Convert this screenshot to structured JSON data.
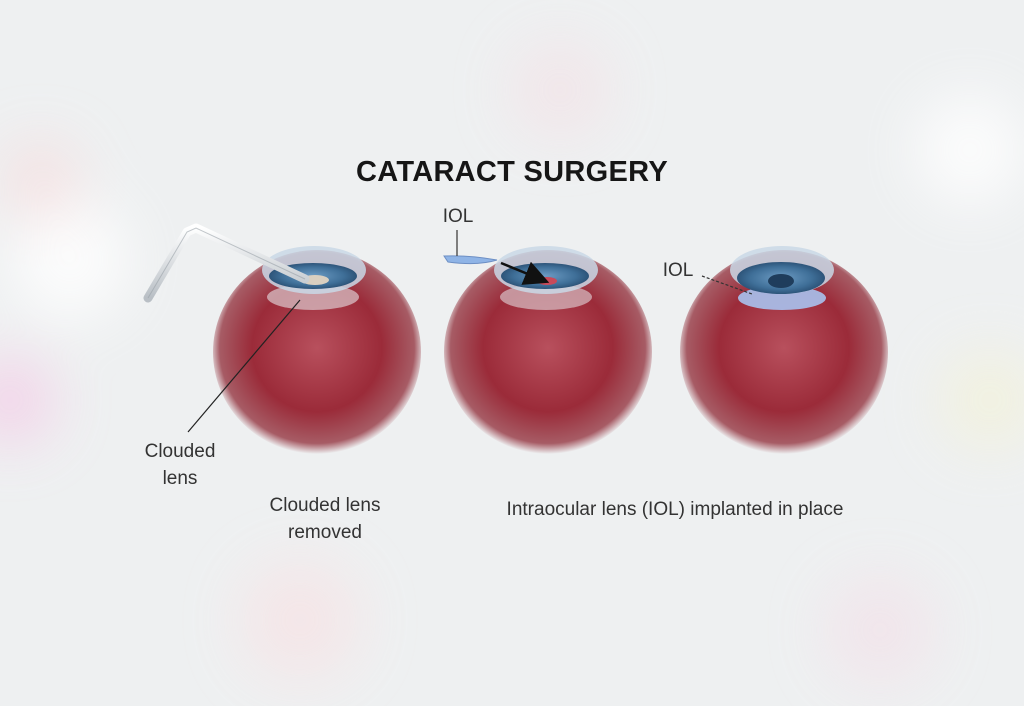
{
  "title": "CATARACT SURGERY",
  "labels": {
    "clouded_lens": "Clouded\nlens",
    "removed": "Clouded lens\nremoved",
    "iol_top": "IOL",
    "iol_right": "IOL",
    "implanted": "Intraocular lens (IOL) implanted in place"
  },
  "colors": {
    "background": "#eef0f1",
    "eyeball": "#9b2b39",
    "cornea": "#c9d8e6",
    "iris": "#3f6f98",
    "pupil": "#1f3d5c",
    "iol": "#8fb4e6",
    "probe": "#cfd4d9"
  }
}
